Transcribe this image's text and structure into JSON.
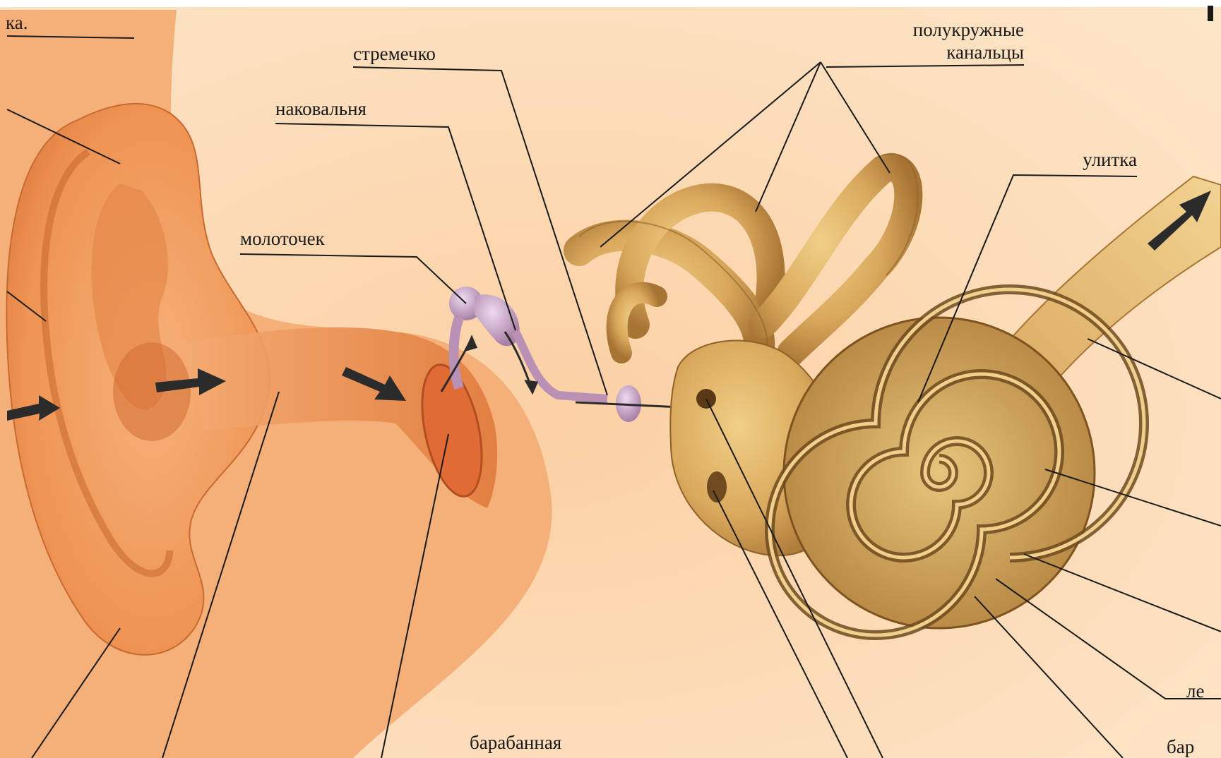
{
  "labels": {
    "top_left_fragment": "ка.",
    "stirrup": "стремечко",
    "anvil": "наковальня",
    "hammer": "молоточек",
    "semicircular_line1": "полукружные",
    "semicircular_line2": "канальцы",
    "cochlea": "улитка",
    "eardrum_line1": "барабанная",
    "right_fragment_1": "ле",
    "right_fragment_2": "бар"
  },
  "colors": {
    "skin": "#f7b57f",
    "background": "#fbd3ac",
    "inner_ear": "#d9a85c",
    "ossicles": "#c9a4c4",
    "line": "#1a1a1a"
  }
}
